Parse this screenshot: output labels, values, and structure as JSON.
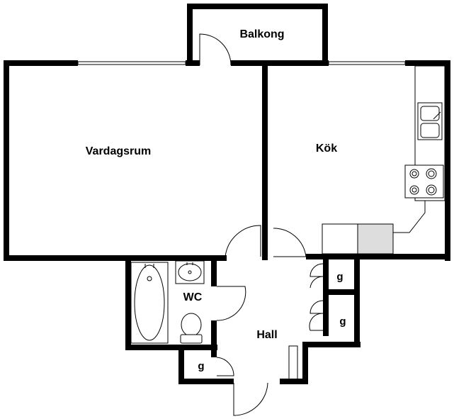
{
  "floor_plan": {
    "rooms": {
      "balcony": "Balkong",
      "living_room": "Vardagsrum",
      "kitchen": "Kök",
      "wc": "WC",
      "hall": "Hall",
      "closet_1": "g",
      "closet_2": "g",
      "closet_3": "g"
    },
    "colors": {
      "wall": "#000000",
      "background": "#ffffff",
      "counter_fill": "#dddddd"
    },
    "icons": [
      "door-swing-icon",
      "sink-icon",
      "stove-icon",
      "bathtub-icon",
      "toilet-icon",
      "washbasin-icon"
    ]
  }
}
